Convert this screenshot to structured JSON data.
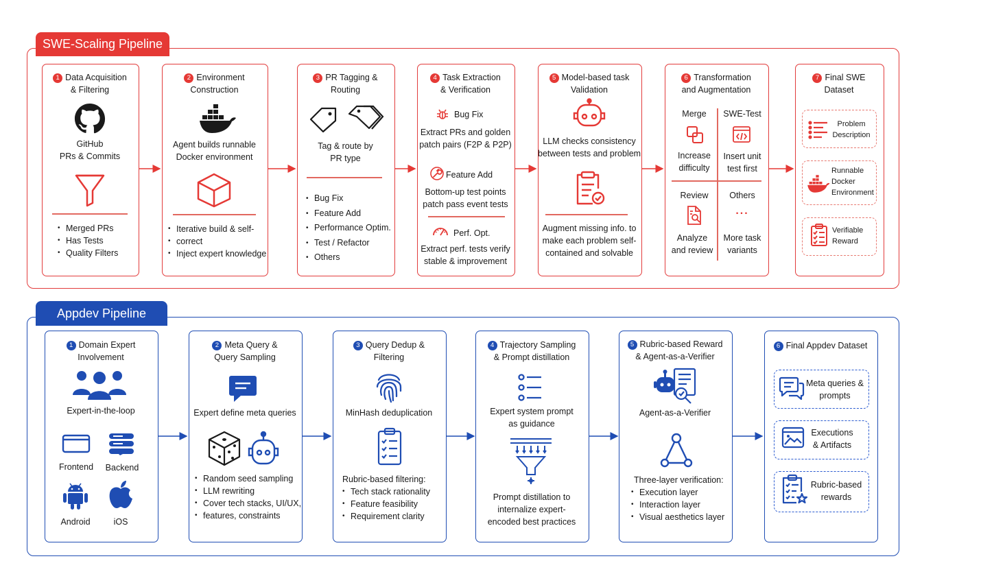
{
  "swe": {
    "title": "SWE-Scaling Pipeline",
    "s1": {
      "num": "1",
      "title1": "Data Acquisition",
      "title2": "& Filtering",
      "label1": "GitHub",
      "label2": "PRs & Commits",
      "bullets": [
        "Merged PRs",
        "Has Tests",
        "Quality Filters"
      ]
    },
    "s2": {
      "num": "2",
      "title1": "Environment",
      "title2": "Construction",
      "desc1": "Agent builds runnable",
      "desc2": "Docker environment",
      "bullets": [
        "Iterative build & self-",
        "Inject expert knowledge"
      ],
      "bullet_cont": "correct"
    },
    "s3": {
      "num": "3",
      "title1": "PR Tagging &",
      "title2": "Routing",
      "desc1": "Tag & route by",
      "desc2": "PR type",
      "bullets": [
        "Bug Fix",
        "Feature Add",
        "Performance Optim.",
        "Test / Refactor",
        "Others"
      ]
    },
    "s4": {
      "num": "4",
      "title1": "Task Extraction",
      "title2": "& Verification",
      "bug_label": "Bug Fix",
      "bug_desc1": "Extract PRs and golden",
      "bug_desc2": "patch pairs (F2P & P2P)",
      "feat_label": "Feature Add",
      "feat_desc1": "Bottom-up test points",
      "feat_desc2": "patch pass event tests",
      "perf_label": "Perf. Opt.",
      "perf_desc1": "Extract perf. tests verify",
      "perf_desc2": "stable & improvement"
    },
    "s5": {
      "num": "5",
      "title1": "Model-based task",
      "title2": "Validation",
      "desc1": "LLM checks consistency",
      "desc2": "between tests and problem",
      "desc3": "Augment missing info. to",
      "desc4": "make each problem self-",
      "desc5": "contained and solvable"
    },
    "s6": {
      "num": "6",
      "title1": "Transformation",
      "title2": "and Augmentation",
      "merge": "Merge",
      "merge_d1": "Increase",
      "merge_d2": "difficulty",
      "swetest": "SWE-Test",
      "swetest_d1": "Insert unit",
      "swetest_d2": "test first",
      "review": "Review",
      "review_d1": "Analyze",
      "review_d2": "and review",
      "others": "Others",
      "others_dots": "...",
      "others_d1": "More task",
      "others_d2": "variants"
    },
    "s7": {
      "num": "7",
      "title1": "Final SWE",
      "title2": "Dataset",
      "item1a": "Problem",
      "item1b": "Description",
      "item2a": "Runnable",
      "item2b": "Docker",
      "item2c": "Environment",
      "item3a": "Verifiable",
      "item3b": "Reward"
    }
  },
  "app": {
    "title": "Appdev Pipeline",
    "s1": {
      "num": "1",
      "title1": "Domain Expert",
      "title2": "Involvement",
      "desc": "Expert-in-the-loop",
      "frontend": "Frontend",
      "backend": "Backend",
      "android": "Android",
      "ios": "iOS"
    },
    "s2": {
      "num": "2",
      "title1": "Meta Query &",
      "title2": "Query Sampling",
      "desc": "Expert define meta queries",
      "bullets": [
        "Random seed sampling",
        "LLM rewriting",
        "Cover tech stacks, UI/UX,"
      ],
      "bullet_cont": "features, constraints"
    },
    "s3": {
      "num": "3",
      "title1": "Query Dedup &",
      "title2": "Filtering",
      "desc": "MinHash deduplication",
      "rubric_title": "Rubric-based filtering:",
      "bullets": [
        "Tech stack rationality",
        "Feature feasibility",
        "Requirement clarity"
      ]
    },
    "s4": {
      "num": "4",
      "title1": "Trajectory Sampling",
      "title2": "& Prompt distillation",
      "desc1": "Expert system prompt",
      "desc2": "as guidance",
      "desc3": "Prompt distillation to",
      "desc4": "internalize expert-",
      "desc5": "encoded best practices"
    },
    "s5": {
      "num": "5",
      "title1": "Rubric-based Reward",
      "title2": "& Agent-as-a-Verifier",
      "desc": "Agent-as-a-Verifier",
      "three_title": "Three-layer verification:",
      "bullets": [
        "Execution layer",
        "Interaction layer",
        "Visual aesthetics layer"
      ]
    },
    "s6": {
      "num": "6",
      "title": "Final Appdev Dataset",
      "item1a": "Meta queries &",
      "item1b": "prompts",
      "item2a": "Executions",
      "item2b": "& Artifacts",
      "item3a": "Rubric-based",
      "item3b": "rewards"
    }
  },
  "colors": {
    "red": "#e53935",
    "blue": "#1f4db3",
    "dark": "#1a1a1a"
  }
}
